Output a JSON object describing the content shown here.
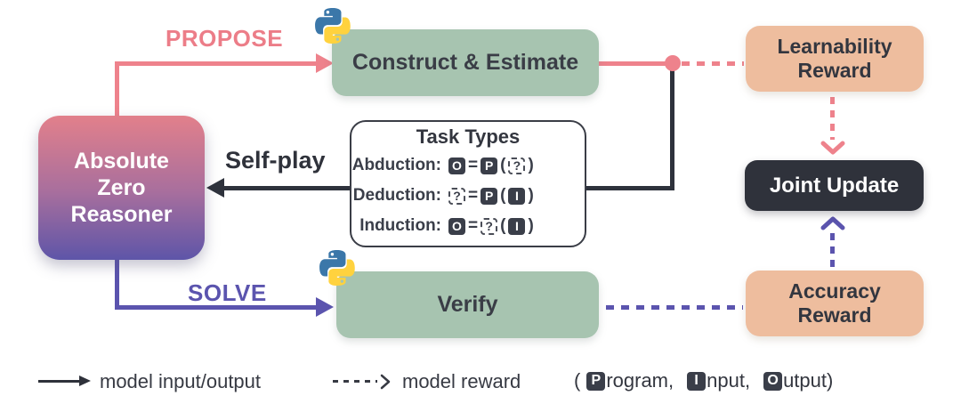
{
  "reasoner": {
    "line1": "Absolute",
    "line2": "Zero",
    "line3": "Reasoner"
  },
  "propose_label": "PROPOSE",
  "solve_label": "SOLVE",
  "selfplay_label": "Self-play",
  "construct_label": "Construct & Estimate",
  "verify_label": "Verify",
  "joint_update_label": "Joint Update",
  "learnability": {
    "line1": "Learnability",
    "line2": "Reward"
  },
  "accuracy": {
    "line1": "Accuracy",
    "line2": "Reward"
  },
  "task_types": {
    "title": "Task Types",
    "rows": [
      {
        "label": "Abduction:",
        "tokens": [
          [
            "solid",
            "O"
          ],
          [
            "op",
            "="
          ],
          [
            "solid",
            "P"
          ],
          [
            "op",
            "("
          ],
          [
            "dashed",
            "?"
          ],
          [
            "op",
            ")"
          ]
        ]
      },
      {
        "label": "Deduction:",
        "tokens": [
          [
            "dashed",
            "?"
          ],
          [
            "op",
            "="
          ],
          [
            "solid",
            "P"
          ],
          [
            "op",
            "("
          ],
          [
            "solid",
            "I"
          ],
          [
            "op",
            ")"
          ]
        ]
      },
      {
        "label": "Induction:",
        "tokens": [
          [
            "solid",
            "O"
          ],
          [
            "op",
            "="
          ],
          [
            "dashed",
            "?"
          ],
          [
            "op",
            "("
          ],
          [
            "solid",
            "I"
          ],
          [
            "op",
            ")"
          ]
        ]
      }
    ]
  },
  "legend": {
    "solid_arrow_label": "model input/output",
    "dashed_arrow_label": "model reward",
    "paren_open": "(",
    "badge_items": [
      {
        "badge": "P",
        "rest": "rogram,"
      },
      {
        "badge": "I",
        "rest": "nput,"
      },
      {
        "badge": "O",
        "rest": "utput)"
      }
    ]
  },
  "icons": {
    "python": "python-logo"
  },
  "colors": {
    "pink": "#ee828c",
    "purple": "#5b54ae",
    "black_line": "#2e323c",
    "green_box": "#a7c4b0",
    "peach_box": "#eebd9e",
    "dark_box": "#2f323b",
    "azr_gradient_top": "#e2808b",
    "azr_gradient_bottom": "#5e55a8"
  }
}
